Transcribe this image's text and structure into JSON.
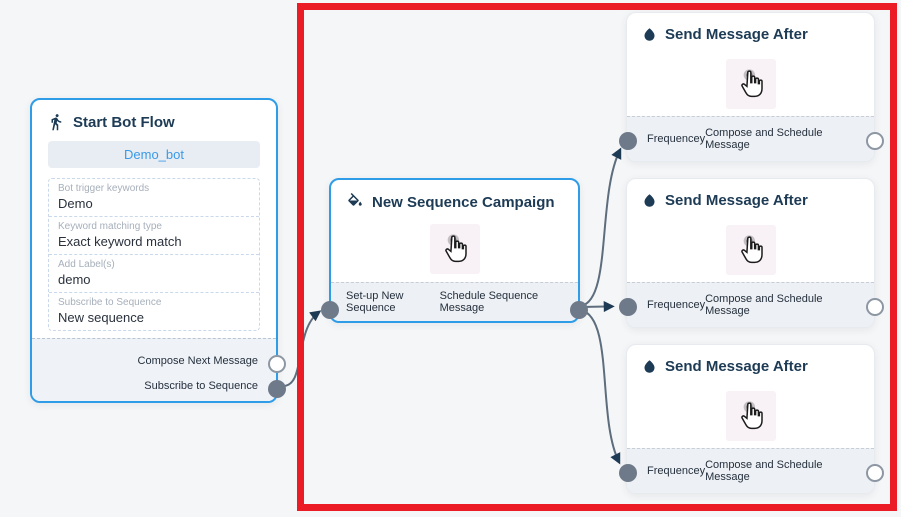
{
  "colors": {
    "accent_blue": "#2f9ce8",
    "navy": "#1d3b55",
    "wire_gray": "#5d6d7d",
    "annotation_red": "#ec1c27",
    "port_fill": "#6e7a89"
  },
  "nodes": {
    "start_bot_flow": {
      "title": "Start Bot Flow",
      "icon": "walking-person-icon",
      "bot_name": "Demo_bot",
      "fields": [
        {
          "label": "Bot trigger keywords",
          "value": "Demo"
        },
        {
          "label": "Keyword matching type",
          "value": "Exact keyword match"
        },
        {
          "label": "Add Label(s)",
          "value": "demo"
        },
        {
          "label": "Subscribe to Sequence",
          "value": "New sequence"
        }
      ],
      "outputs": [
        {
          "label": "Compose Next Message",
          "connected": false
        },
        {
          "label": "Subscribe to Sequence",
          "connected": true
        }
      ]
    },
    "new_sequence_campaign": {
      "title": "New Sequence Campaign",
      "icon": "paint-bucket-icon",
      "body_icon": "hand-cursor-icon",
      "input_label": "Set-up New Sequence",
      "output_label": "Schedule Sequence Message"
    },
    "send_message_after": [
      {
        "title": "Send Message After",
        "icon": "water-drop-icon",
        "body_icon": "hand-cursor-icon",
        "input_label": "Frequencey",
        "output_label": "Compose and Schedule Message"
      },
      {
        "title": "Send Message After",
        "icon": "water-drop-icon",
        "body_icon": "hand-cursor-icon",
        "input_label": "Frequencey",
        "output_label": "Compose and Schedule Message"
      },
      {
        "title": "Send Message After",
        "icon": "water-drop-icon",
        "body_icon": "hand-cursor-icon",
        "input_label": "Frequencey",
        "output_label": "Compose and Schedule Message"
      }
    ]
  },
  "connections": [
    {
      "from": "start_bot_flow.subscribe_to_sequence",
      "to": "new_sequence_campaign.set_up_new_sequence"
    },
    {
      "from": "new_sequence_campaign.schedule_sequence_message",
      "to": "send_message_after.0.frequencey"
    },
    {
      "from": "new_sequence_campaign.schedule_sequence_message",
      "to": "send_message_after.1.frequencey"
    },
    {
      "from": "new_sequence_campaign.schedule_sequence_message",
      "to": "send_message_after.2.frequencey"
    }
  ]
}
